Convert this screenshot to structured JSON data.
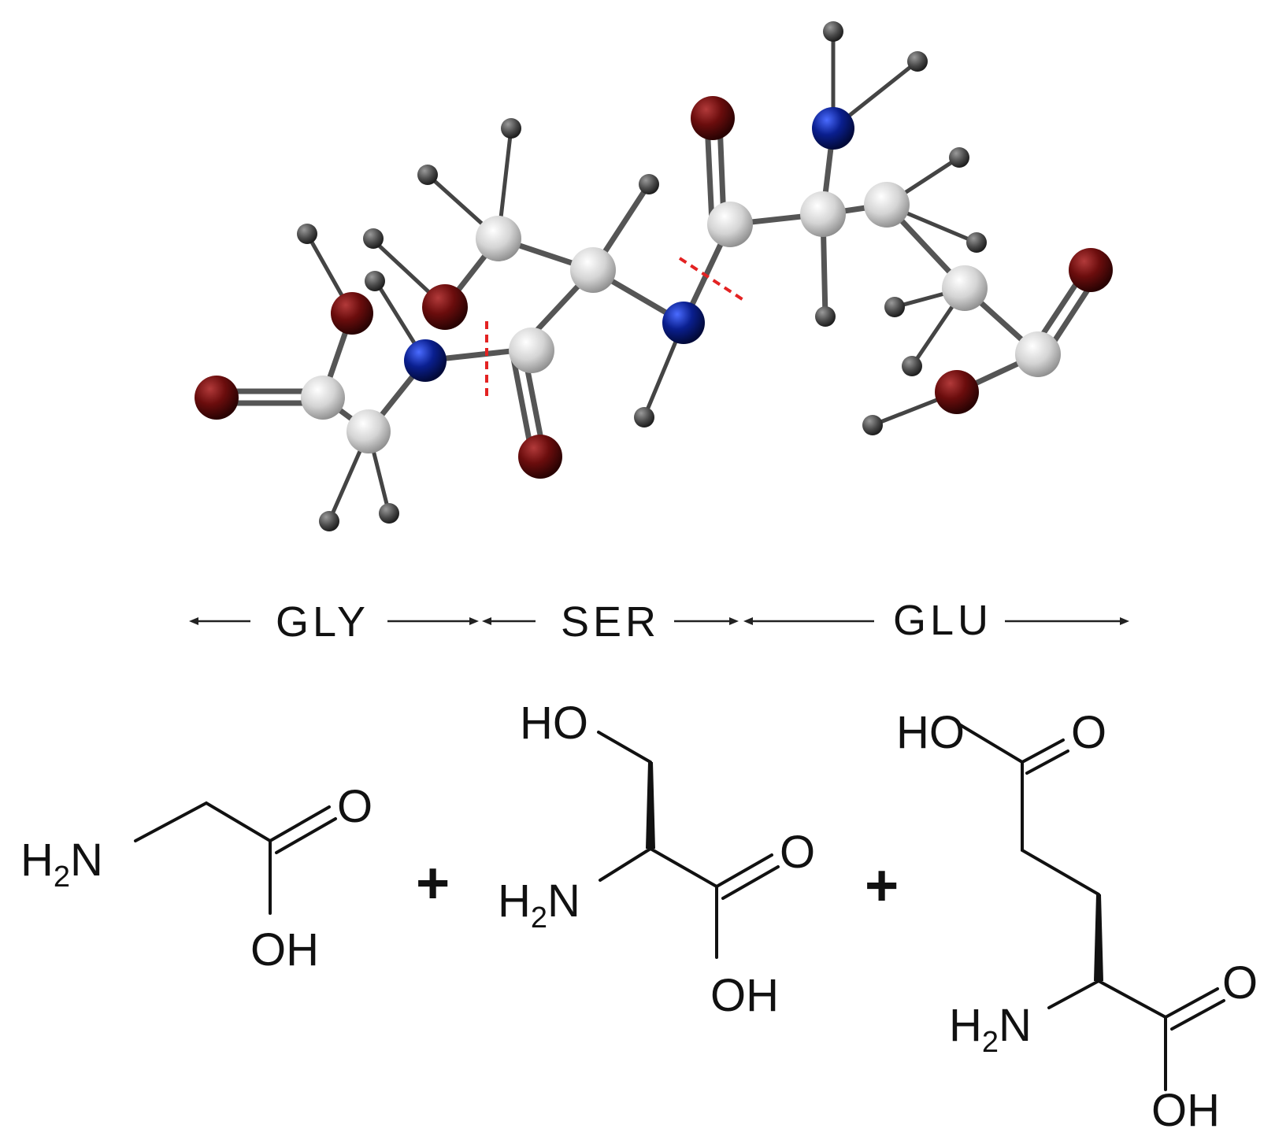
{
  "residues": {
    "gly": "GLY",
    "ser": "SER",
    "glu": "GLU"
  },
  "operator": "+",
  "glycine": {
    "amine": {
      "main": "H",
      "sub": "2",
      "tail": "N"
    },
    "oxo": "O",
    "hydroxyl": "OH"
  },
  "serine": {
    "sidechain": "HO",
    "amine": {
      "main": "H",
      "sub": "2",
      "tail": "N"
    },
    "oxo": "O",
    "hydroxyl": "OH"
  },
  "glutamate": {
    "sidechain_oh": "HO",
    "sidechain_oxo": "O",
    "amine": {
      "main": "H",
      "sub": "2",
      "tail": "N"
    },
    "oxo": "O",
    "hydroxyl": "OH"
  },
  "colors": {
    "carbon": "#d2d2d2",
    "oxygen": "#6b0d0d",
    "nitrogen": "#0a1f8f",
    "hydrogen": "#4a4a4a",
    "peptide_cut": "#e32222"
  }
}
